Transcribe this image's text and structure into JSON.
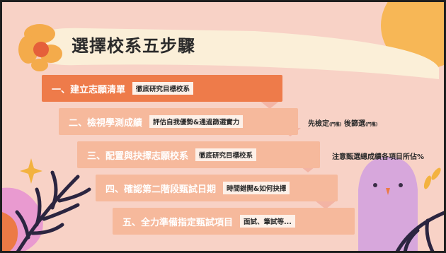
{
  "title": "選擇校系五步驟",
  "steps": [
    {
      "label": "一、建立志願清單",
      "badge": "徹底研究目標校系",
      "note": ""
    },
    {
      "label": "二、檢視學測成績",
      "badge": "評估自我優勢&通過篩選實力",
      "note": "先檢定",
      "note_small_1": "(門檻)",
      "note_mid": "後篩選",
      "note_small_2": "(門檻)"
    },
    {
      "label": "三、配置與抉擇志願校系",
      "badge": "徹底研究目標校系",
      "note": "注意甄選總成績各項目所佔%"
    },
    {
      "label": "四、確認第二階段甄試日期",
      "badge": "時間錯開&如何抉擇",
      "note": ""
    },
    {
      "label": "五、全力準備指定甄試項目",
      "badge": "面試、筆試等...",
      "note": ""
    }
  ],
  "colors": {
    "background": "#f8d2c6",
    "first_step": "#ee7b4a",
    "other_steps": "#f6b99c",
    "badge": "#fdf0e8",
    "arrow": "#f3b4a4",
    "banner": "#fbefd8",
    "sun": "#f7b756",
    "flower": "#f4ab4b",
    "creature": "#d7a7dc"
  },
  "icons": [
    "flower-icon",
    "sun-shape",
    "sparkle-icon",
    "leaf-plant",
    "creature-blob"
  ]
}
